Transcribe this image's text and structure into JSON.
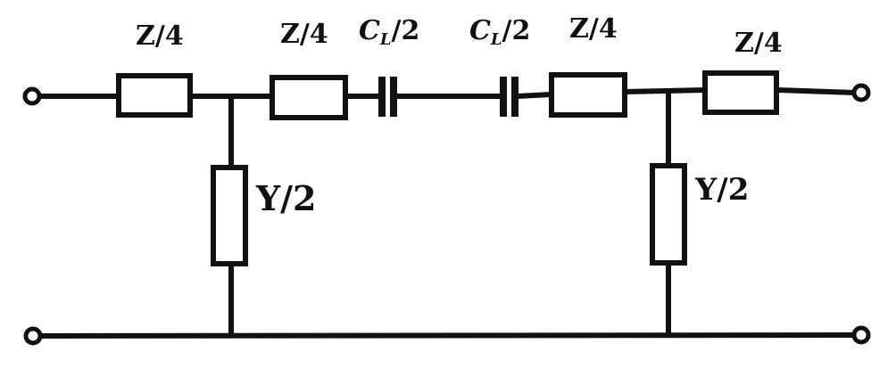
{
  "diagram": {
    "labels": {
      "z1": "Z/4",
      "z2": "Z/4",
      "z3": "Z/4",
      "z4": "Z/4",
      "cap1_base": "C",
      "cap1_sub": "L",
      "cap1_rest": "/2",
      "cap2_base": "C",
      "cap2_sub": "L",
      "cap2_rest": "/2",
      "y1": "Y/2",
      "y2": "Y/2"
    },
    "colors": {
      "line": "#111111",
      "background": "#ffffff"
    }
  }
}
